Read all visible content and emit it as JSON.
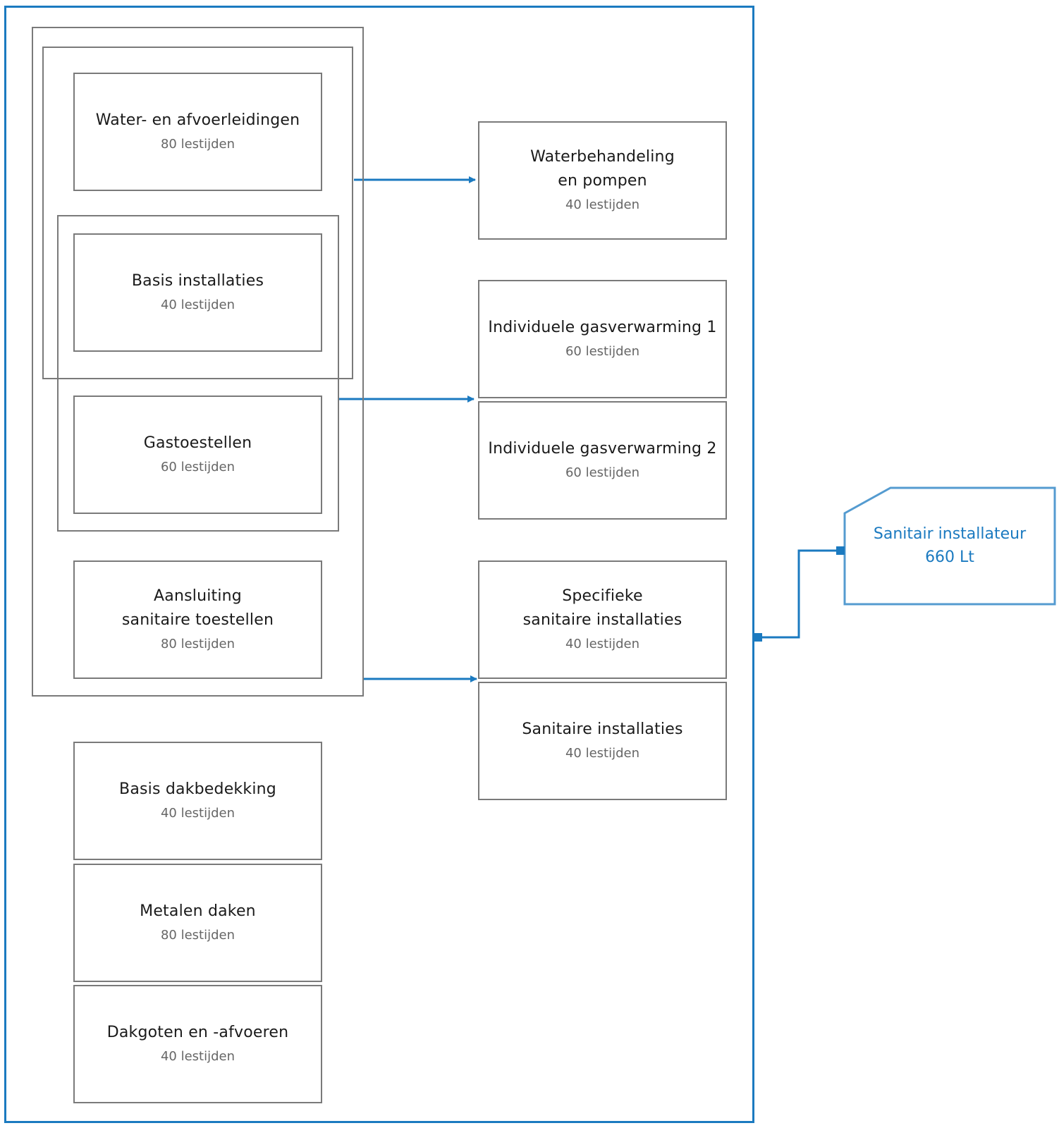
{
  "colors": {
    "accent": "#1b7ac0",
    "box_border": "#7a7a7a",
    "hours_text": "#666666"
  },
  "modules": [
    {
      "id": "water-afvoer",
      "title": "Water- en afvoerleidingen",
      "hours": "80 lestijden"
    },
    {
      "id": "basis-installaties",
      "title": "Basis installaties",
      "hours": "40 lestijden"
    },
    {
      "id": "gastoestellen",
      "title": "Gastoestellen",
      "hours": "60 lestijden"
    },
    {
      "id": "aansluiting",
      "title": "Aansluiting\nsanitaire toestellen",
      "hours": "80 lestijden"
    },
    {
      "id": "basis-dak",
      "title": "Basis dakbedekking",
      "hours": "40 lestijden"
    },
    {
      "id": "metalen-daken",
      "title": "Metalen daken",
      "hours": "80 lestijden"
    },
    {
      "id": "dakgoten",
      "title": "Dakgoten en -afvoeren",
      "hours": "40 lestijden"
    },
    {
      "id": "waterbehandeling",
      "title": "Waterbehandeling\nen pompen",
      "hours": "40 lestijden"
    },
    {
      "id": "gasverwarming-1",
      "title": "Individuele gasverwarming 1",
      "hours": "60 lestijden"
    },
    {
      "id": "gasverwarming-2",
      "title": "Individuele gasverwarming 2",
      "hours": "60 lestijden"
    },
    {
      "id": "specifieke-sanitair",
      "title": "Specifieke\nsanitaire installaties",
      "hours": "40 lestijden"
    },
    {
      "id": "sanitaire-installaties",
      "title": "Sanitaire installaties",
      "hours": "40 lestijden"
    }
  ],
  "target": {
    "title": "Sanitair installateur",
    "subtitle": "660 Lt"
  },
  "connections": [
    {
      "from": "group-water-basis",
      "to": "waterbehandeling"
    },
    {
      "from": "group-basis-gas",
      "to": "gasverwarming-1"
    },
    {
      "from": "group-main",
      "to": "specifieke-sanitair"
    },
    {
      "from": "outer-frame",
      "to": "target"
    }
  ]
}
